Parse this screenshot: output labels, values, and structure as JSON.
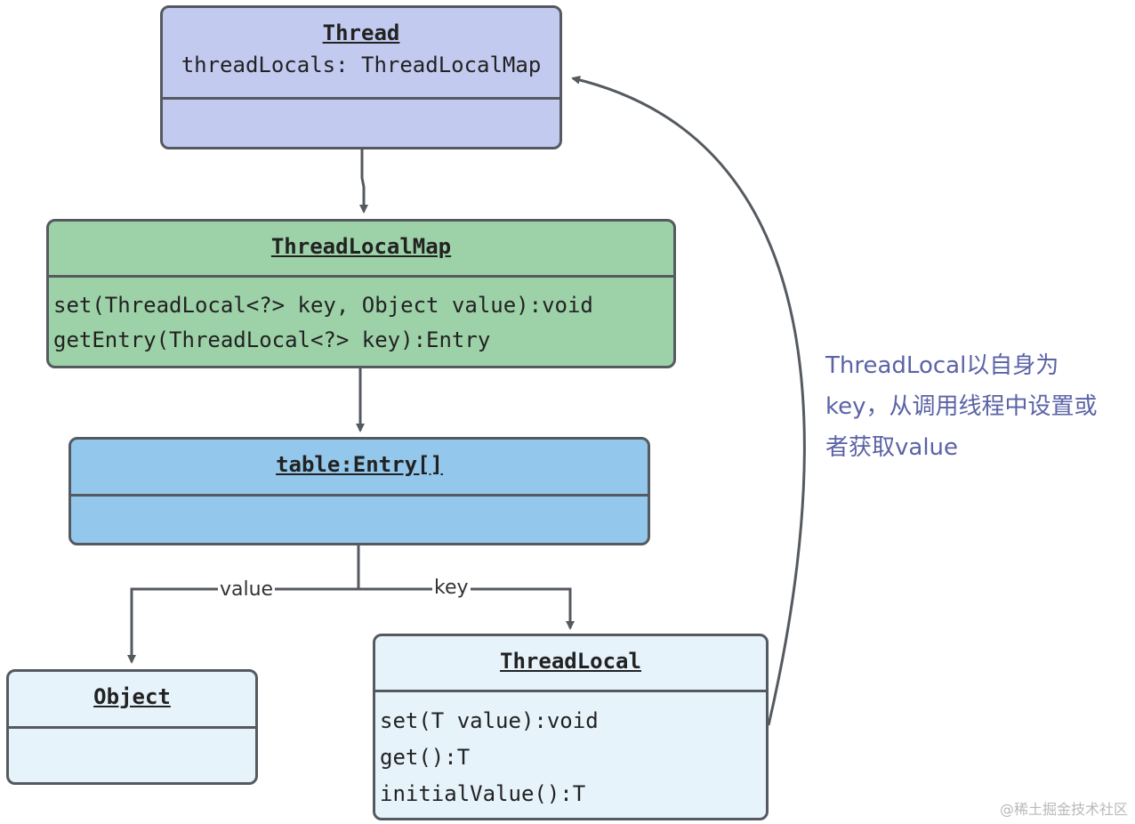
{
  "thread": {
    "title": "Thread",
    "field": "threadLocals: ThreadLocalMap"
  },
  "map": {
    "title": "ThreadLocalMap",
    "methods": [
      "set(ThreadLocal<?> key, Object value):void",
      "getEntry(ThreadLocal<?> key):Entry"
    ]
  },
  "table": {
    "title": "table:Entry[]"
  },
  "object": {
    "title": "Object"
  },
  "threadlocal": {
    "title": "ThreadLocal",
    "methods": [
      "set(T value):void",
      "get():T",
      "initialValue():T"
    ]
  },
  "edges": {
    "value_label": "value",
    "key_label": "key"
  },
  "note": "ThreadLocal以自身为key，从调用线程中设置或者获取value",
  "watermark": "@稀土掘金技术社区",
  "colors": {
    "thread": "#c3caf0",
    "map": "#9dd1a8",
    "table": "#93c7eb",
    "light": "#e6f3fb",
    "border": "#555a60",
    "note": "#5b63a6"
  }
}
